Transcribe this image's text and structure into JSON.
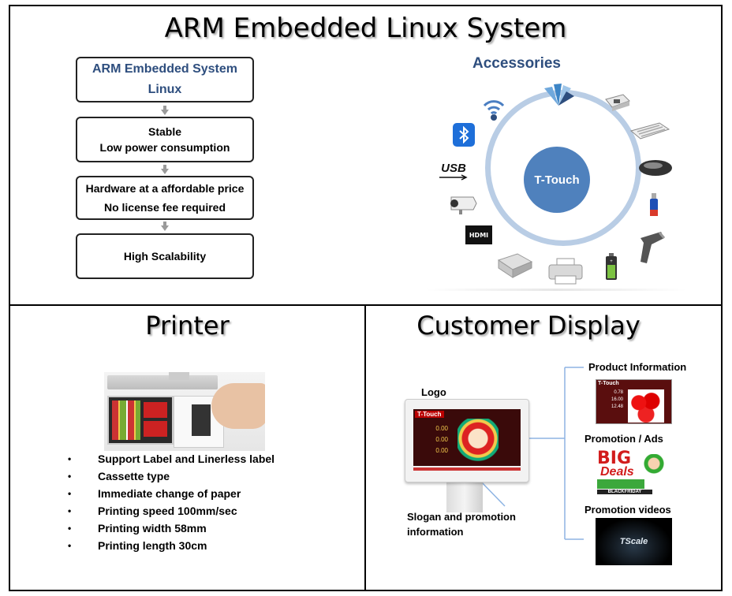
{
  "top": {
    "title": "ARM Embedded Linux System",
    "flow": [
      {
        "line1": "ARM Embedded System",
        "line2": "Linux"
      },
      {
        "line1": "Stable",
        "line2": "Low power consumption"
      },
      {
        "line1": "Hardware at a affordable price",
        "line2": "No license fee required"
      },
      {
        "line1": "High Scalability",
        "line2": ""
      }
    ],
    "accessories": {
      "title": "Accessories",
      "center": "T-Touch",
      "items": [
        "wifi-icon",
        "network-icon",
        "ethernet-plug-icon",
        "keyboard-icon",
        "mouse-icon",
        "usb-stick-icon",
        "barcode-scanner-icon",
        "battery-icon",
        "printer-icon",
        "cash-drawer-icon",
        "hdmi-icon",
        "camera-icon",
        "usb-icon",
        "bluetooth-icon"
      ],
      "hdmi_text": "HDMI",
      "usb_text": "USB"
    }
  },
  "printer": {
    "title": "Printer",
    "features": [
      "Support Label and Linerless label",
      "Cassette type",
      "Immediate change of paper",
      "Printing speed 100mm/sec",
      "Printing width 58mm",
      "Printing length 30cm"
    ]
  },
  "display": {
    "title": "Customer Display",
    "logo_label": "Logo",
    "slogan_label": "Slogan and promotion information",
    "product_label": "Product Information",
    "promo_label": "Promotion / Ads",
    "video_label": "Promotion videos",
    "screen_brand": "T-Touch",
    "screen_values": [
      "0.00",
      "0.00",
      "0.00"
    ],
    "product_values": [
      "0.78",
      "16.00",
      "12.48"
    ],
    "ad_big": "BIG",
    "ad_deals": "Deals",
    "ad_friday": "BLACKFRIDAY",
    "video_text": "TScale"
  },
  "colors": {
    "accent_blue": "#2E4E7E",
    "circle_fill": "#4F81BD",
    "ring": "#B9CDE5"
  }
}
